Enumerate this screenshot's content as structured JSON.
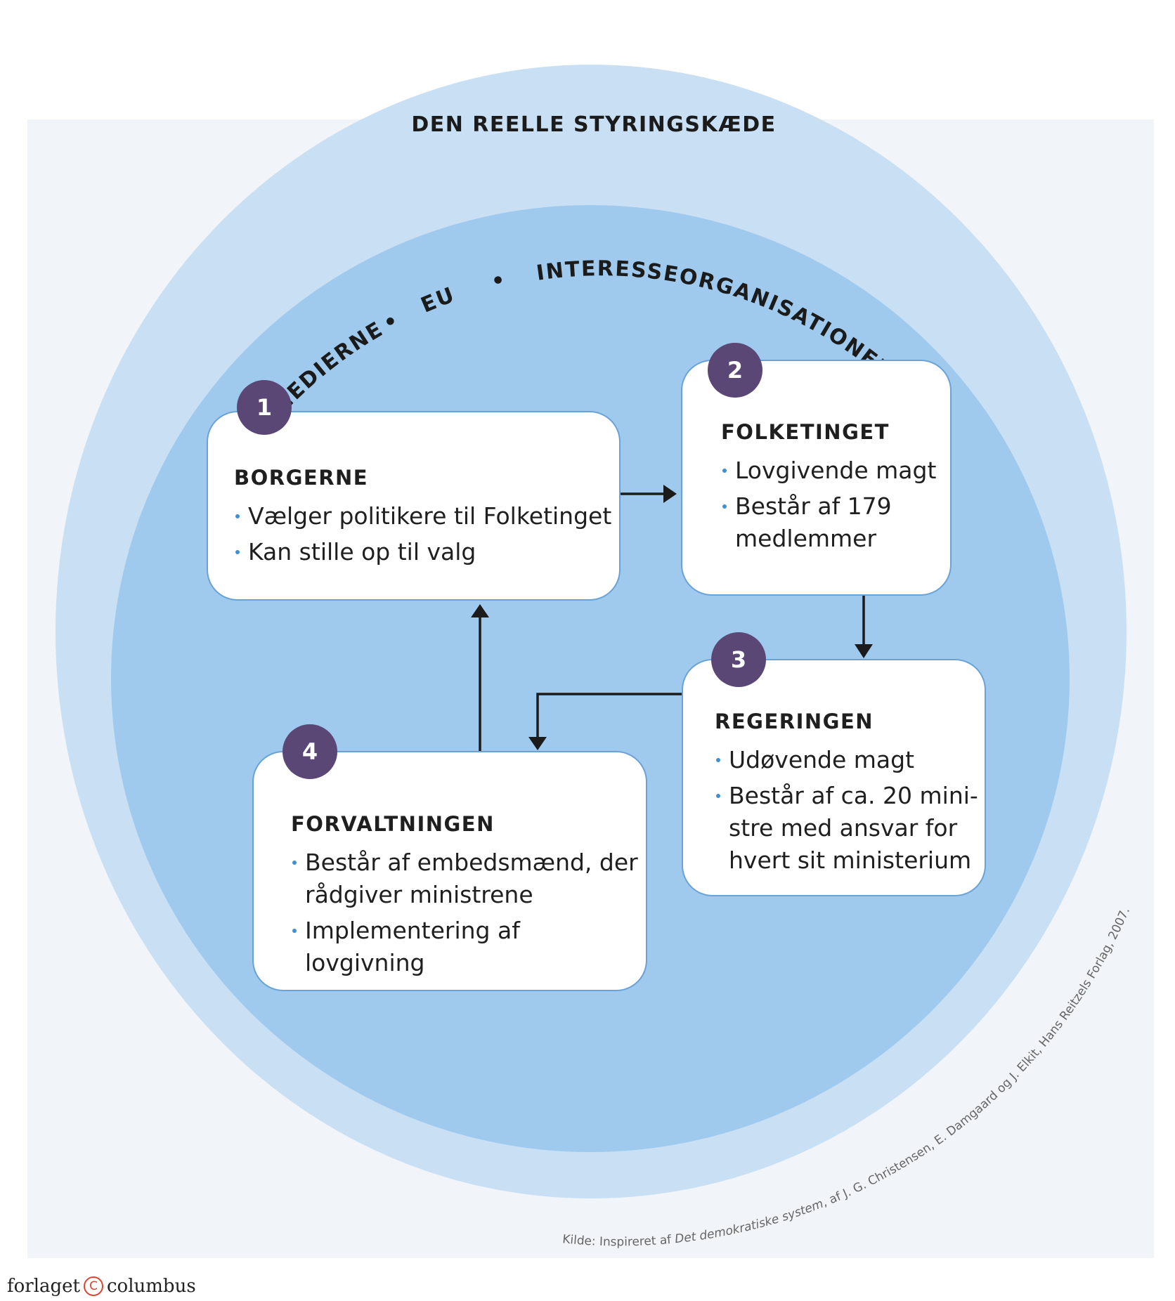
{
  "diagram": {
    "chain_title": "DEN REELLE STYRINGSKÆDE",
    "arc_labels": {
      "left": "MEDIERNE",
      "center": "EU",
      "right": "INTERESSEORGANISATIONERNE",
      "separator": "•"
    },
    "nodes": [
      {
        "number": "1",
        "title": "BORGERNE",
        "bullets": [
          "Vælger politikere til Folketinget",
          "Kan stille op til valg"
        ]
      },
      {
        "number": "2",
        "title": "FOLKETINGET",
        "bullets": [
          "Lovgivende magt",
          "Består af 179",
          "medlemmer"
        ]
      },
      {
        "number": "3",
        "title": "REGERINGEN",
        "bullets": [
          "Udøvende magt",
          "Består af ca. 20 mini-",
          "stre med ansvar for",
          "hvert sit ministerium"
        ]
      },
      {
        "number": "4",
        "title": "FORVALTNINGEN",
        "bullets": [
          "Består af embedsmænd, der",
          "rådgiver ministrene",
          "Implementering af lovgivning"
        ]
      }
    ],
    "edges": [
      {
        "from": "1",
        "to": "2"
      },
      {
        "from": "2",
        "to": "3"
      },
      {
        "from": "3",
        "to": "4"
      },
      {
        "from": "4",
        "to": "1"
      }
    ],
    "source_prefix": "Kilde: Inspireret af ",
    "source_title": "Det demokratiske system",
    "source_suffix": ", af J. G. Christensen, E. Damgaard og J. Elkit, Hans Reitzels Forlag, 2007."
  },
  "footer": {
    "logo_left": "forlaget",
    "logo_mark": "C",
    "logo_right": "columbus"
  },
  "colors": {
    "outer_ring": "#c8dff4",
    "inner_circle": "#9fcaed",
    "badge": "#5a4776",
    "bullet": "#3f8fd1"
  }
}
